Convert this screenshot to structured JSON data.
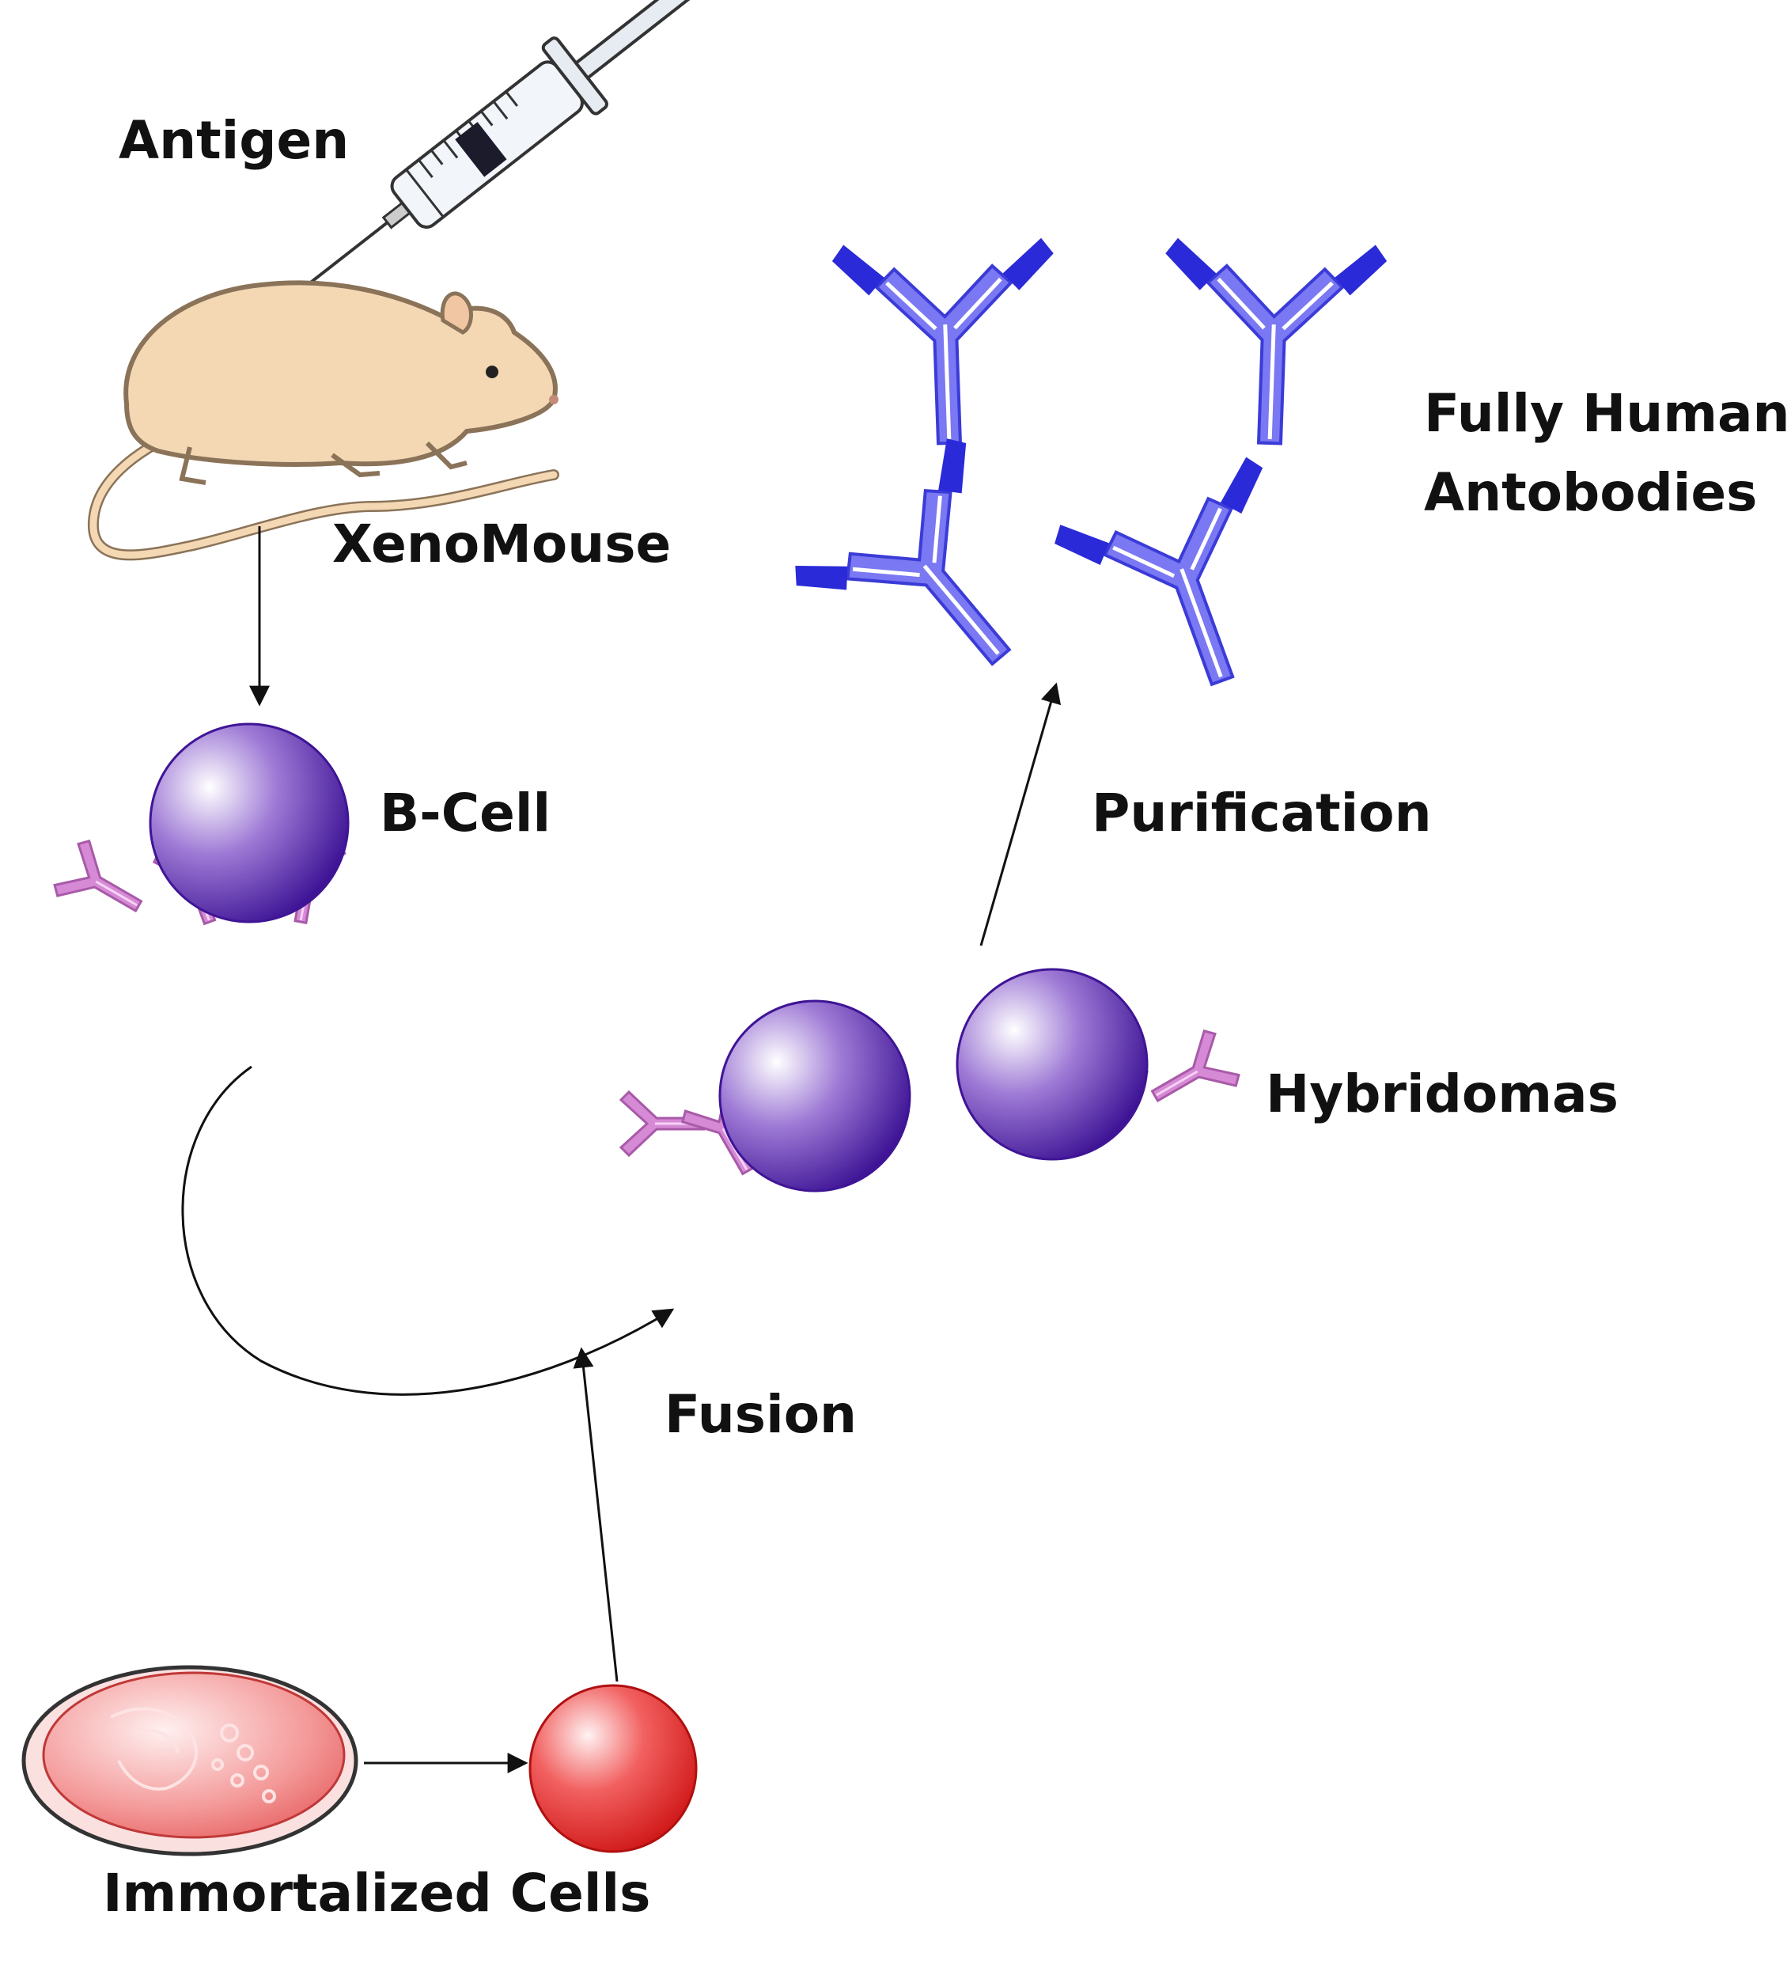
{
  "labels": {
    "antigen": "Antigen",
    "xenomouse": "XenoMouse",
    "bcell": "B-Cell",
    "fully_human_line1": "Fully Human",
    "fully_human_line2": "Antobodies",
    "purification": "Purification",
    "hybridomas": "Hybridomas",
    "fusion": "Fusion",
    "immortalized": "Immortalized Cells"
  },
  "colors": {
    "mouse_body": "#f4d8b4",
    "mouse_outline": "#8a7358",
    "cell_purple_dark": "#4a1a9c",
    "cell_purple_light": "#ffffff",
    "receptor_pink": "#d68ad6",
    "receptor_stroke": "#a85aa8",
    "antibody_blue": "#6f6ff0",
    "antibody_dark": "#2a2ae0",
    "red_cell": "#e52b2b",
    "dish_red": "#ef7b7b",
    "arrow": "#111111"
  },
  "icons": [
    "syringe-icon",
    "mouse-icon",
    "petri-dish-icon",
    "antibody-icon",
    "cell-icon"
  ]
}
